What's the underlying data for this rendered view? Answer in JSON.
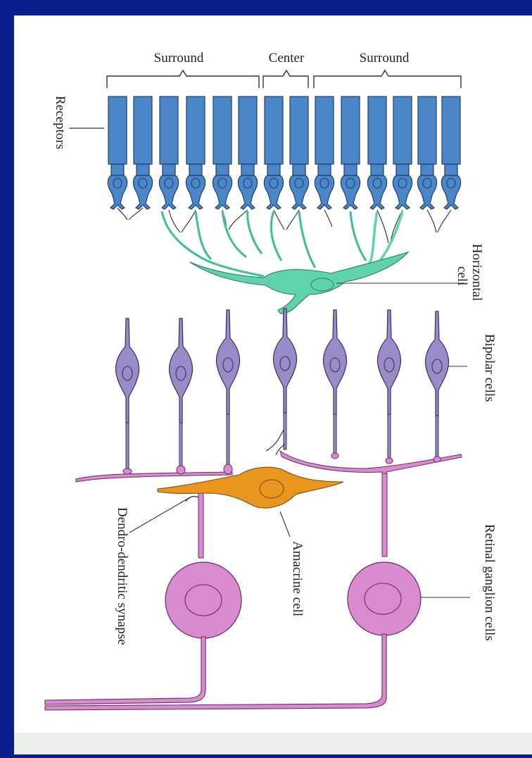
{
  "labels": {
    "surround_left": "Surround",
    "center": "Center",
    "surround_right": "Surround",
    "receptors": "Receptors",
    "horizontal_cell_line1": "Horizontal",
    "horizontal_cell_line2": "cell",
    "bipolar_cells": "Bipolar cells",
    "amacrine_cell": "Amacrine cell",
    "dendro_dendritic_synapse": "Dendro-dendritic synapse",
    "retinal_ganglion_cells": "Retinal ganglion cells"
  },
  "colors": {
    "slide_background": "#0a1f8f",
    "page": "#ffffff",
    "receptor": "#4a86c8",
    "horizontal_cell": "#5fd3ad",
    "bipolar_cell": "#9b8ac8",
    "amacrine_cell": "#e8961e",
    "ganglion_cell": "#d98ad0"
  }
}
